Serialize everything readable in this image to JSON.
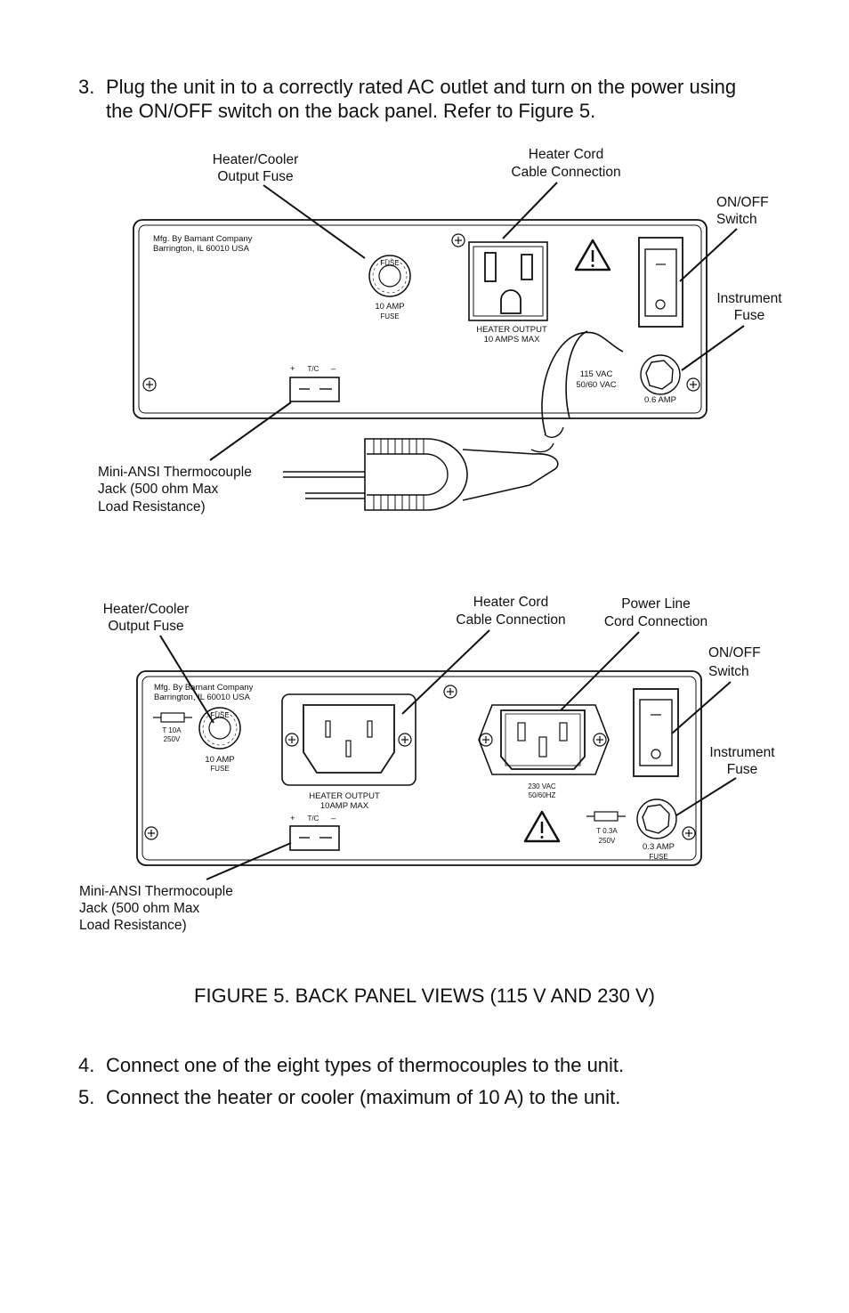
{
  "step3": {
    "number": "3.",
    "line1": "Plug the unit in to a correctly rated AC outlet and turn on the power using",
    "line2": "the ON/OFF switch on the back panel.  Refer to Figure 5."
  },
  "panel115": {
    "mfg_line1": "Mfg. By Barnant Company",
    "mfg_line2": "Barrington, IL 60010 USA",
    "fuse_label": "10 AMP",
    "fuse_word": "FUSE",
    "heater_output_line1": "HEATER OUTPUT",
    "heater_output_line2": "10 AMPS MAX",
    "voltage_line1": "115 VAC",
    "voltage_line2": "50/60 VAC",
    "instrument_fuse_rating": "0.6 AMP",
    "tc_label": "T/C",
    "labels": {
      "heater_cooler_fuse_1": "Heater/Cooler",
      "heater_cooler_fuse_2": "Output Fuse",
      "heater_cord_1": "Heater Cord",
      "heater_cord_2": "Cable Connection",
      "onoff_1": "ON/OFF",
      "onoff_2": "Switch",
      "instrument_fuse_1": "Instrument",
      "instrument_fuse_2": "Fuse",
      "thermocouple_1": "Mini-ANSI Thermocouple",
      "thermocouple_2": "Jack (500 ohm Max",
      "thermocouple_3": "Load Resistance)"
    }
  },
  "panel230": {
    "mfg_line1": "Mfg. By Barnant Company",
    "mfg_line2": "Barrington, IL 60010 USA",
    "fuse_small_1": "T 10A",
    "fuse_small_2": "250V",
    "fuse_label": "10 AMP",
    "fuse_word": "FUSE",
    "heater_output_line1": "HEATER OUTPUT",
    "heater_output_line2": "10AMP MAX",
    "voltage_line1": "230 VAC",
    "voltage_line2": "50/60HZ",
    "inst_small_1": "T 0.3A",
    "inst_small_2": "250V",
    "instrument_fuse_rating": "0.3 AMP",
    "instrument_fuse_word": "FUSE",
    "tc_label": "T/C",
    "labels": {
      "heater_cooler_fuse_1": "Heater/Cooler",
      "heater_cooler_fuse_2": "Output Fuse",
      "heater_cord_1": "Heater Cord",
      "heater_cord_2": "Cable Connection",
      "power_line_1": "Power Line",
      "power_line_2": "Cord Connection",
      "onoff_1": "ON/OFF",
      "onoff_2": "Switch",
      "instrument_fuse_1": "Instrument",
      "instrument_fuse_2": "Fuse",
      "thermocouple_1": "Mini-ANSI Thermocouple",
      "thermocouple_2": "Jack (500 ohm Max",
      "thermocouple_3": "Load Resistance)"
    }
  },
  "figure_caption": "FIGURE 5.  BACK PANEL VIEWS (115 V AND 230 V)",
  "step4": {
    "number": "4.",
    "text": "Connect one of the eight types of thermocouples to the unit."
  },
  "step5": {
    "number": "5.",
    "text": "Connect the heater or cooler (maximum of 10 A) to the unit."
  }
}
